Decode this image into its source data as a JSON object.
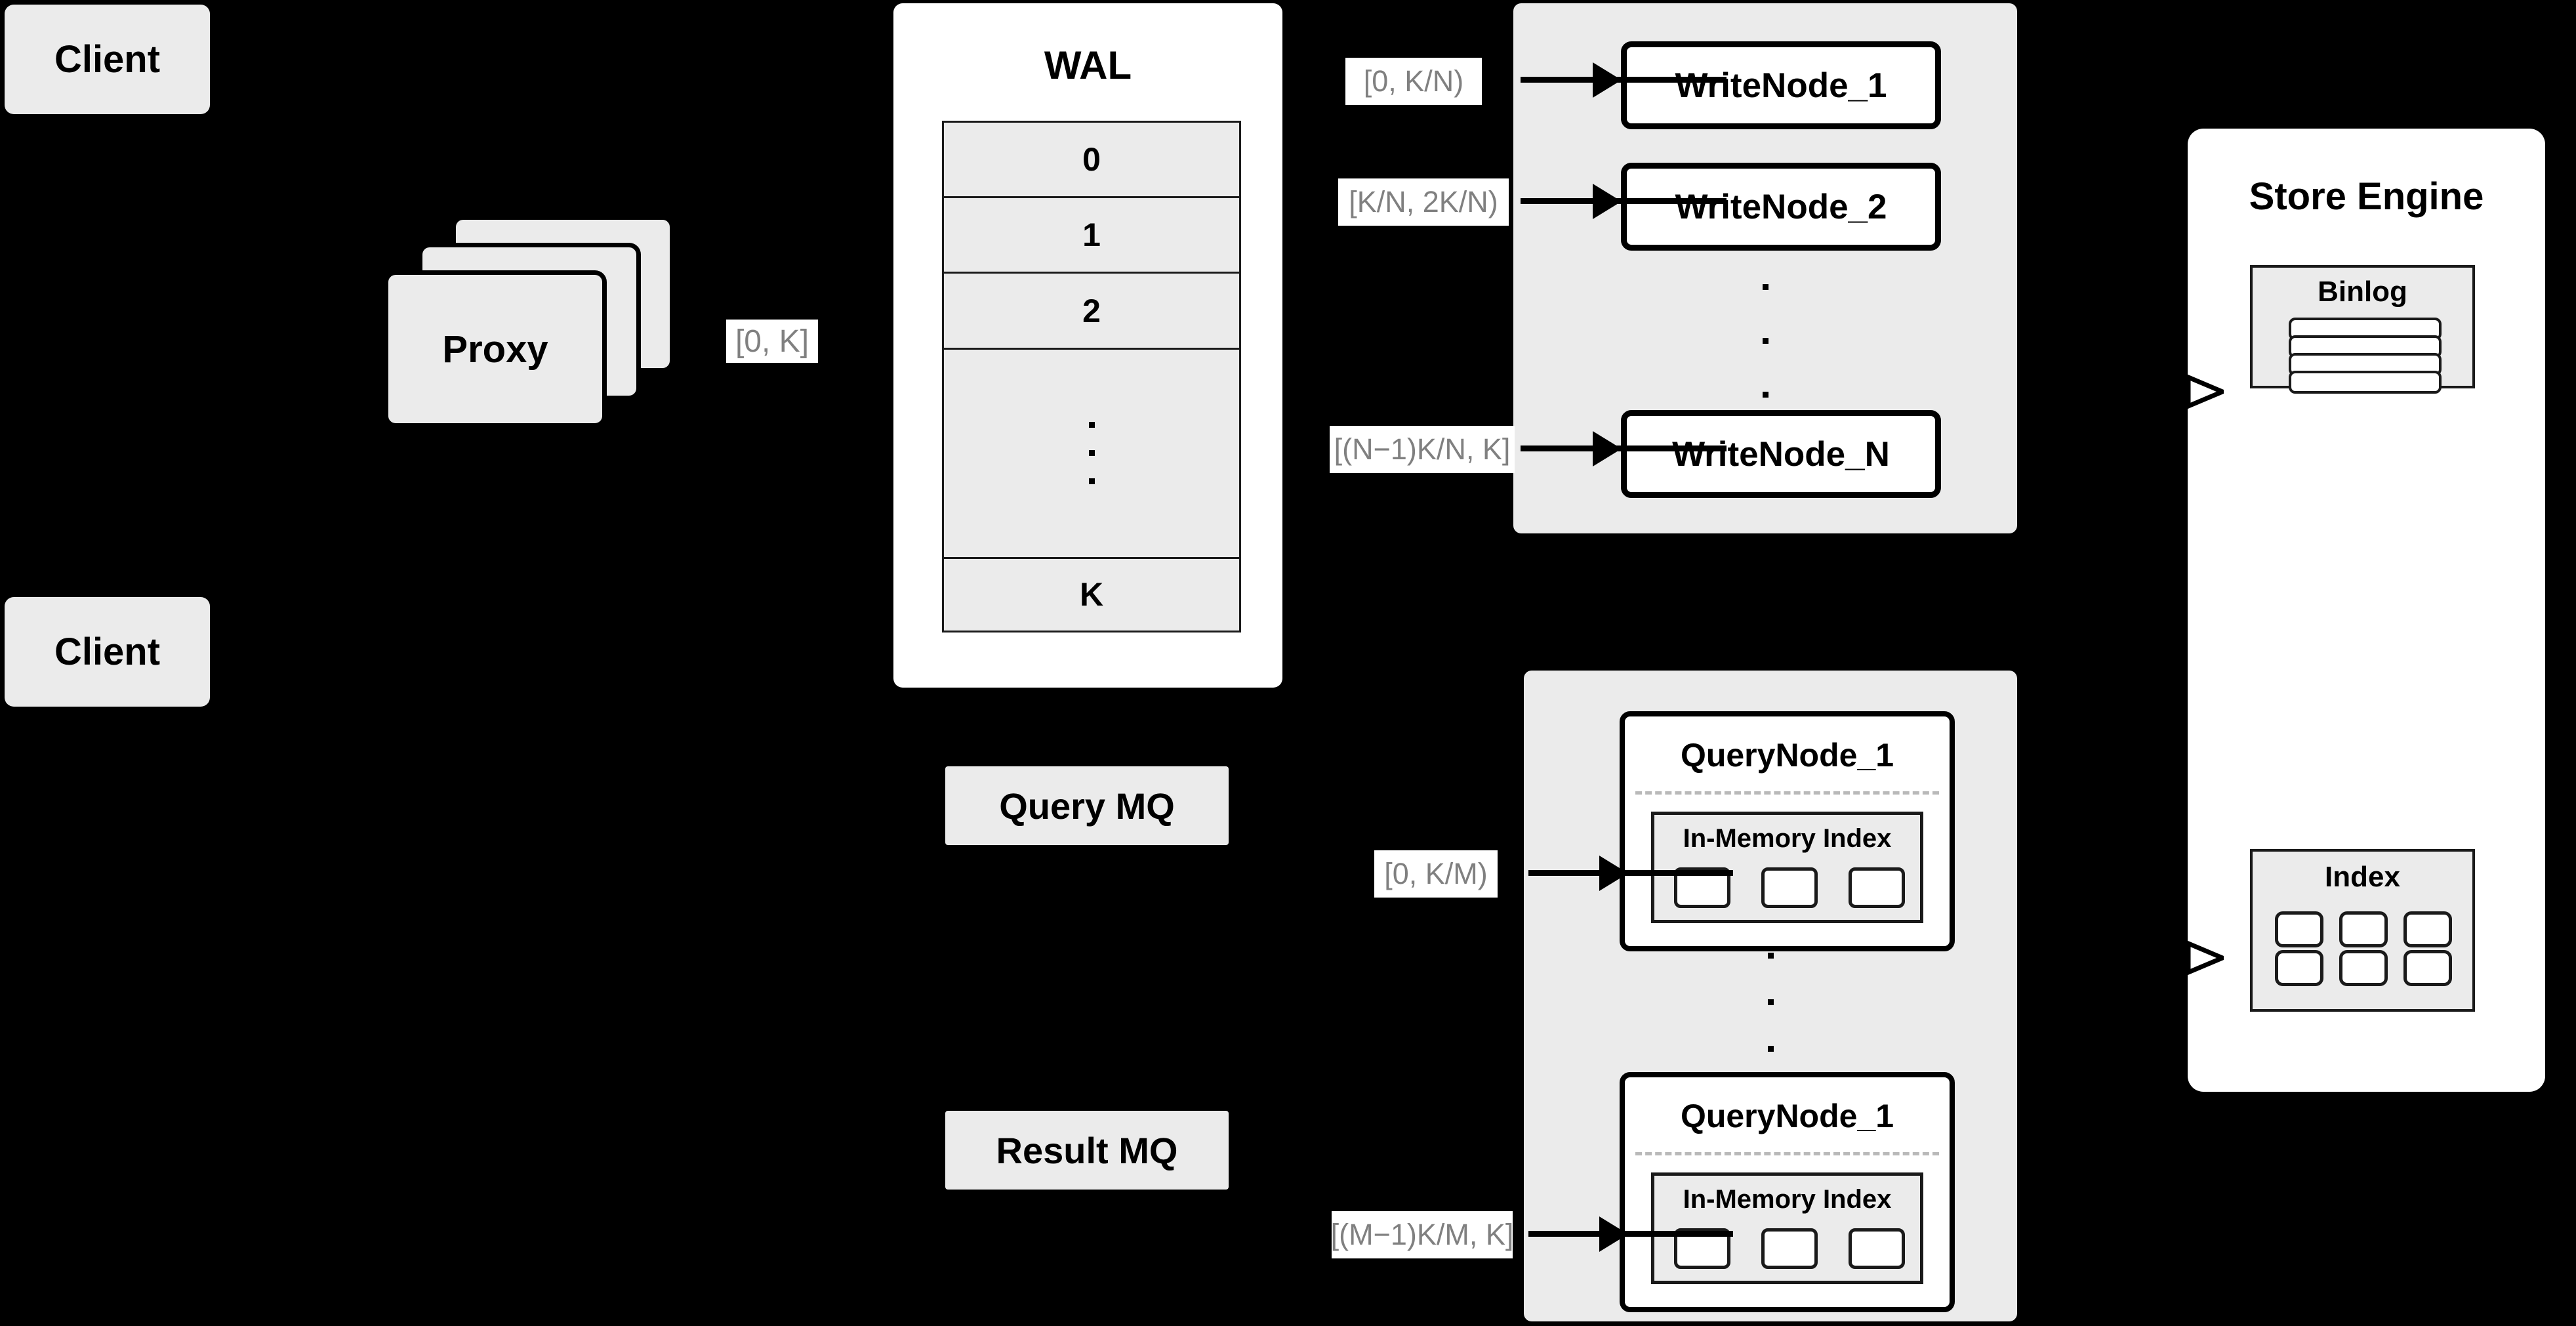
{
  "diagram": {
    "title": "Distributed Vector Database Architecture",
    "background_color": "#000000",
    "node_fill": "#ebebeb",
    "panel_fill": "#ffffff",
    "stroke_color": "#000000",
    "label_text_color": "#808080",
    "label_bg_color": "#ffffff"
  },
  "clients": [
    {
      "label": "Client"
    },
    {
      "label": "Client"
    }
  ],
  "proxy": {
    "label": "Proxy",
    "stack_count": 3
  },
  "wal": {
    "title": "WAL",
    "rows": [
      "0",
      "1",
      "2"
    ],
    "ellipsis": "vertical-dots",
    "last_row": "K"
  },
  "write_cluster": {
    "nodes": [
      {
        "label": "WriteNode_1",
        "range_label": "[0,  K/N)"
      },
      {
        "label": "WriteNode_2",
        "range_label": "[K/N, 2K/N)"
      },
      {
        "label": "WriteNode_N",
        "range_label": "[(N−1)K/N,  K]"
      }
    ],
    "ellipsis": "vertical-dots"
  },
  "query_cluster": {
    "nodes": [
      {
        "label": "QueryNode_1",
        "range_label": "[0, K/M)",
        "index": {
          "title": "In-Memory Index",
          "cells": 3
        }
      },
      {
        "label": "QueryNode_1",
        "range_label": "[(M−1)K/M, K]",
        "index": {
          "title": "In-Memory Index",
          "cells": 3
        }
      }
    ],
    "ellipsis": "vertical-dots"
  },
  "message_queues": [
    {
      "label": "Query MQ"
    },
    {
      "label": "Result MQ"
    }
  ],
  "store_engine": {
    "title": "Store Engine",
    "binlog": {
      "title": "Binlog",
      "segments": 4
    },
    "index": {
      "title": "Index",
      "cells": 6,
      "columns": 3,
      "rows": 2
    }
  },
  "edge_labels": {
    "proxy_to_wal": "[0, K]"
  }
}
